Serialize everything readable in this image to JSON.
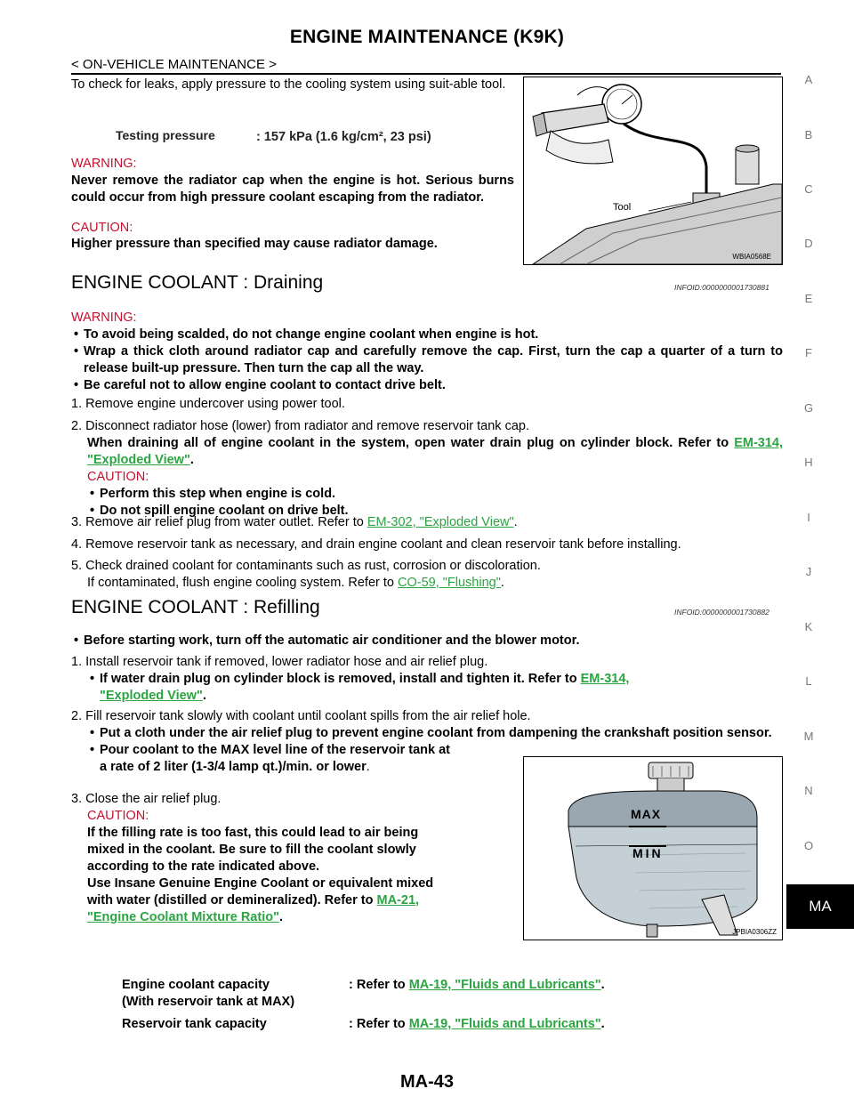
{
  "header": {
    "title": "ENGINE MAINTENANCE (K9K)",
    "subtitle": "< ON-VEHICLE MAINTENANCE >"
  },
  "side_index": [
    "A",
    "B",
    "C",
    "D",
    "E",
    "F",
    "G",
    "H",
    "I",
    "J",
    "K",
    "L",
    "M",
    "N",
    "O"
  ],
  "side_tab": "MA",
  "intro": {
    "text": "To check for leaks, apply pressure to the cooling system using suit-able tool.",
    "spec_label": "Testing pressure",
    "spec_value": ": 157 kPa (1.6 kg/cm², 23 psi)",
    "warning_label": "WARNING:",
    "warning_text": "Never remove the radiator cap when the engine is hot. Serious burns could occur from high pressure coolant escaping from the radiator.",
    "caution_label": "CAUTION:",
    "caution_text": "Higher pressure than specified may cause radiator damage.",
    "figure": {
      "tool_label": "Tool",
      "code": "WBIA0568E"
    }
  },
  "draining": {
    "title": "ENGINE COOLANT : Draining",
    "infoid": "INFOID:0000000001730881",
    "warning_label": "WARNING:",
    "warning_bullets": [
      "To avoid being scalded, do not change engine coolant when engine is hot.",
      "Wrap a thick cloth around radiator cap and carefully remove the cap. First, turn the cap a quarter of a turn to release built-up pressure. Then turn the cap all the way.",
      "Be careful not to allow engine coolant to contact drive belt."
    ],
    "step1": "1.  Remove engine undercover using power tool.",
    "step2": "2.  Disconnect radiator hose (lower) from radiator and remove reservoir tank cap.",
    "step2_bold": "When draining all of engine coolant in the system, open water drain plug on cylinder block. Refer to",
    "step2_link": "EM-314, \"Exploded View\"",
    "step2_caution_label": "CAUTION:",
    "step2_cautions": [
      "Perform this step when engine is cold.",
      "Do not spill engine coolant on drive belt."
    ],
    "step3": "3.  Remove air relief plug from water outlet. Refer to",
    "step3_link": "EM-302, \"Exploded View\"",
    "step4": "4.  Remove reservoir tank as necessary, and drain engine coolant and clean reservoir tank before installing.",
    "step5": "5.  Check drained coolant for contaminants such as rust, corrosion or discoloration.",
    "step5_b": "If contaminated, flush engine cooling system. Refer to",
    "step5_link": "CO-59, \"Flushing\""
  },
  "refilling": {
    "title": "ENGINE COOLANT : Refilling",
    "infoid": "INFOID:0000000001730882",
    "bullet": "Before starting work, turn off the automatic air conditioner and the blower motor.",
    "step1": "1.  Install reservoir tank if removed, lower radiator hose and air relief plug.",
    "step1_bullet": "If water drain plug on cylinder block is removed, install and tighten it. Refer to",
    "step1_link_a": "EM-314,",
    "step1_link_b": "\"Exploded View\"",
    "step2": "2.  Fill reservoir tank slowly with coolant until coolant spills from the air relief hole.",
    "step2_bullet1": "Put a cloth under the air relief plug to prevent engine coolant from dampening the crankshaft position sensor.",
    "step2_bullet2_a": "Pour coolant to the MAX level line of the reservoir tank at",
    "step2_bullet2_b": "a rate of 2 liter (1-3/4 lamp qt.)/min. or lower",
    "step3": "3.  Close the air relief plug.",
    "caution_label": "CAUTION:",
    "caution_lines": [
      "If the filling rate is too fast, this could lead to air being",
      "mixed in the coolant. Be sure to fill the coolant slowly",
      "according to the rate indicated above.",
      "Use Insane Genuine Engine Coolant or equivalent mixed",
      "with water (distilled or demineralized). Refer to"
    ],
    "caution_link_a": "MA-21,",
    "caution_link_b": "\"Engine Coolant Mixture Ratio\"",
    "figure": {
      "max_label": "MAX",
      "min_label": "MIN",
      "code": "JPBIA0306ZZ"
    }
  },
  "capacity": {
    "row1_label_a": "Engine coolant capacity",
    "row1_label_b": "(With reservoir tank at MAX)",
    "row1_value": ": Refer to",
    "row1_link": "MA-19, \"Fluids and Lubricants\"",
    "row2_label": "Reservoir tank capacity",
    "row2_value": ": Refer to",
    "row2_link": "MA-19, \"Fluids and Lubricants\""
  },
  "footer": {
    "page": "MA-43"
  }
}
